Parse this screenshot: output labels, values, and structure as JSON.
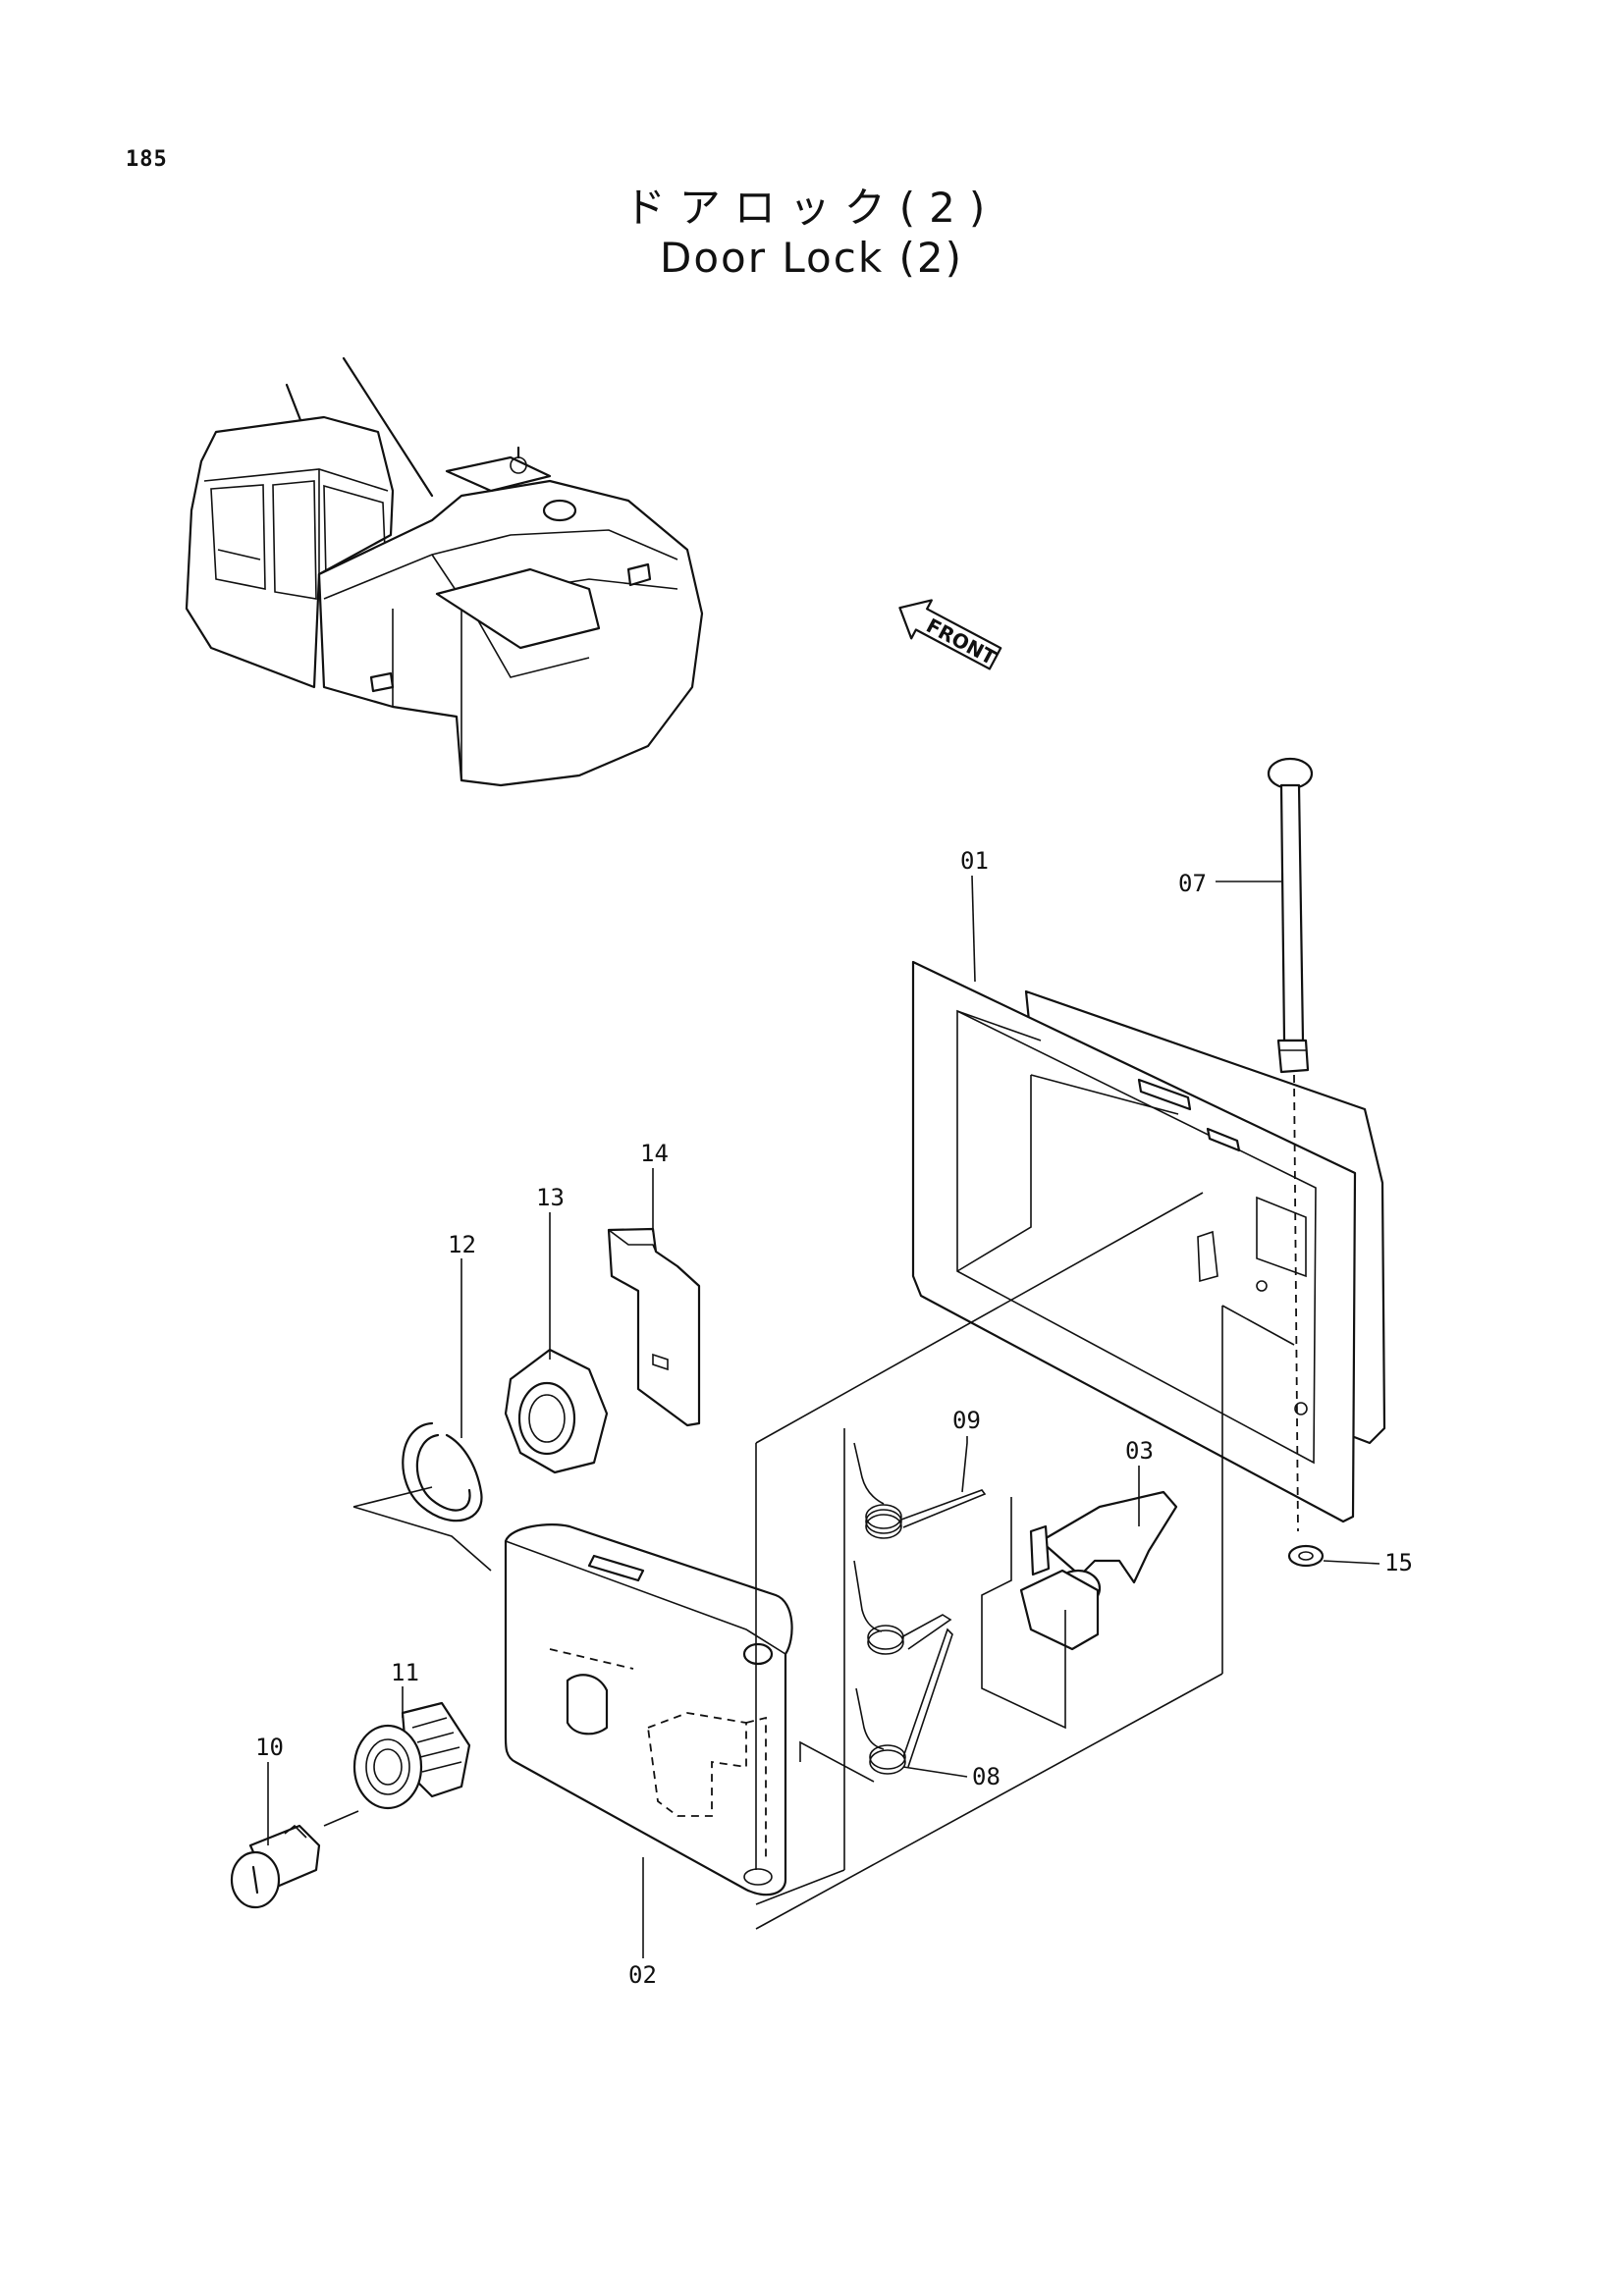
{
  "page_number": "185",
  "title_ja": "ドアロック(2)",
  "title_en": "Door Lock (2)",
  "front_label": "FRONT",
  "parts": {
    "p01": "01",
    "p02": "02",
    "p03": "03",
    "p07": "07",
    "p08": "08",
    "p09": "09",
    "p10": "10",
    "p11": "11",
    "p12": "12",
    "p13": "13",
    "p14": "14",
    "p15": "15"
  }
}
